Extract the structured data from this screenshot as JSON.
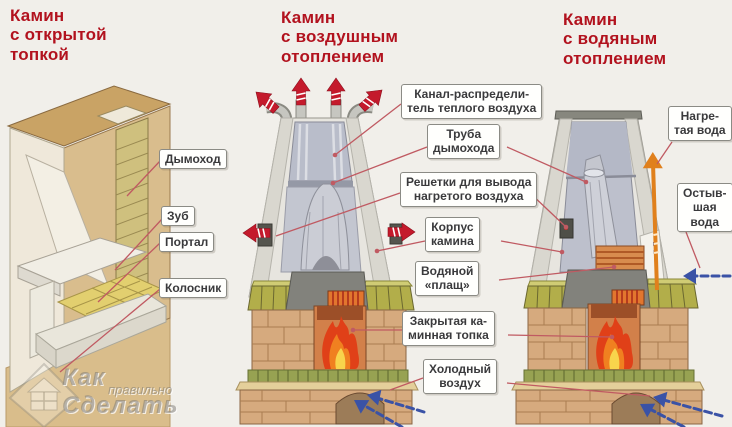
{
  "titles": {
    "open": "Камин\nс открытой\nтопкой",
    "air": "Камин\nс воздушным\nотоплением",
    "water": "Камин\nс водяным\nотоплением"
  },
  "labels": {
    "dymohod": "Дымоход",
    "zub": "Зуб",
    "portal": "Портал",
    "kolosnik": "Колосник",
    "kanal": "Канал-распредели-\nтель теплого воздуха",
    "truba": "Труба\nдымохода",
    "reshetki": "Решетки для вывода\nнагретого воздуха",
    "korpus": "Корпус\nкамина",
    "plashch": "Водяной\n«плащ»",
    "topka": "Закрытая ка-\nминная топка",
    "holodny": "Холодный\nвоздух",
    "nagretaya": "Нагре-\nтая вода",
    "ostyvshaya": "Остыв-\nшая\nвода"
  },
  "watermark": {
    "word1": "Как",
    "word2": "правильно",
    "word3": "Сделать"
  },
  "colors": {
    "title_red": "#b2121e",
    "leader_line": "#c05a62",
    "label_border": "#8b8b85",
    "label_text": "#3a3a3c",
    "background": "#f1efea",
    "arrow_hot": "#c41a2c",
    "arrow_cold": "#3a52a6",
    "arrow_water_hot": "#e0801c",
    "brick": "#d6aa7e",
    "mantel_brick": "#b2ae4a",
    "flame_outer": "#e04018",
    "flame_mid": "#f08020",
    "flame_inner": "#f8d44c",
    "body_light": "#e7e5df",
    "body_inner": "#b9bdca"
  }
}
